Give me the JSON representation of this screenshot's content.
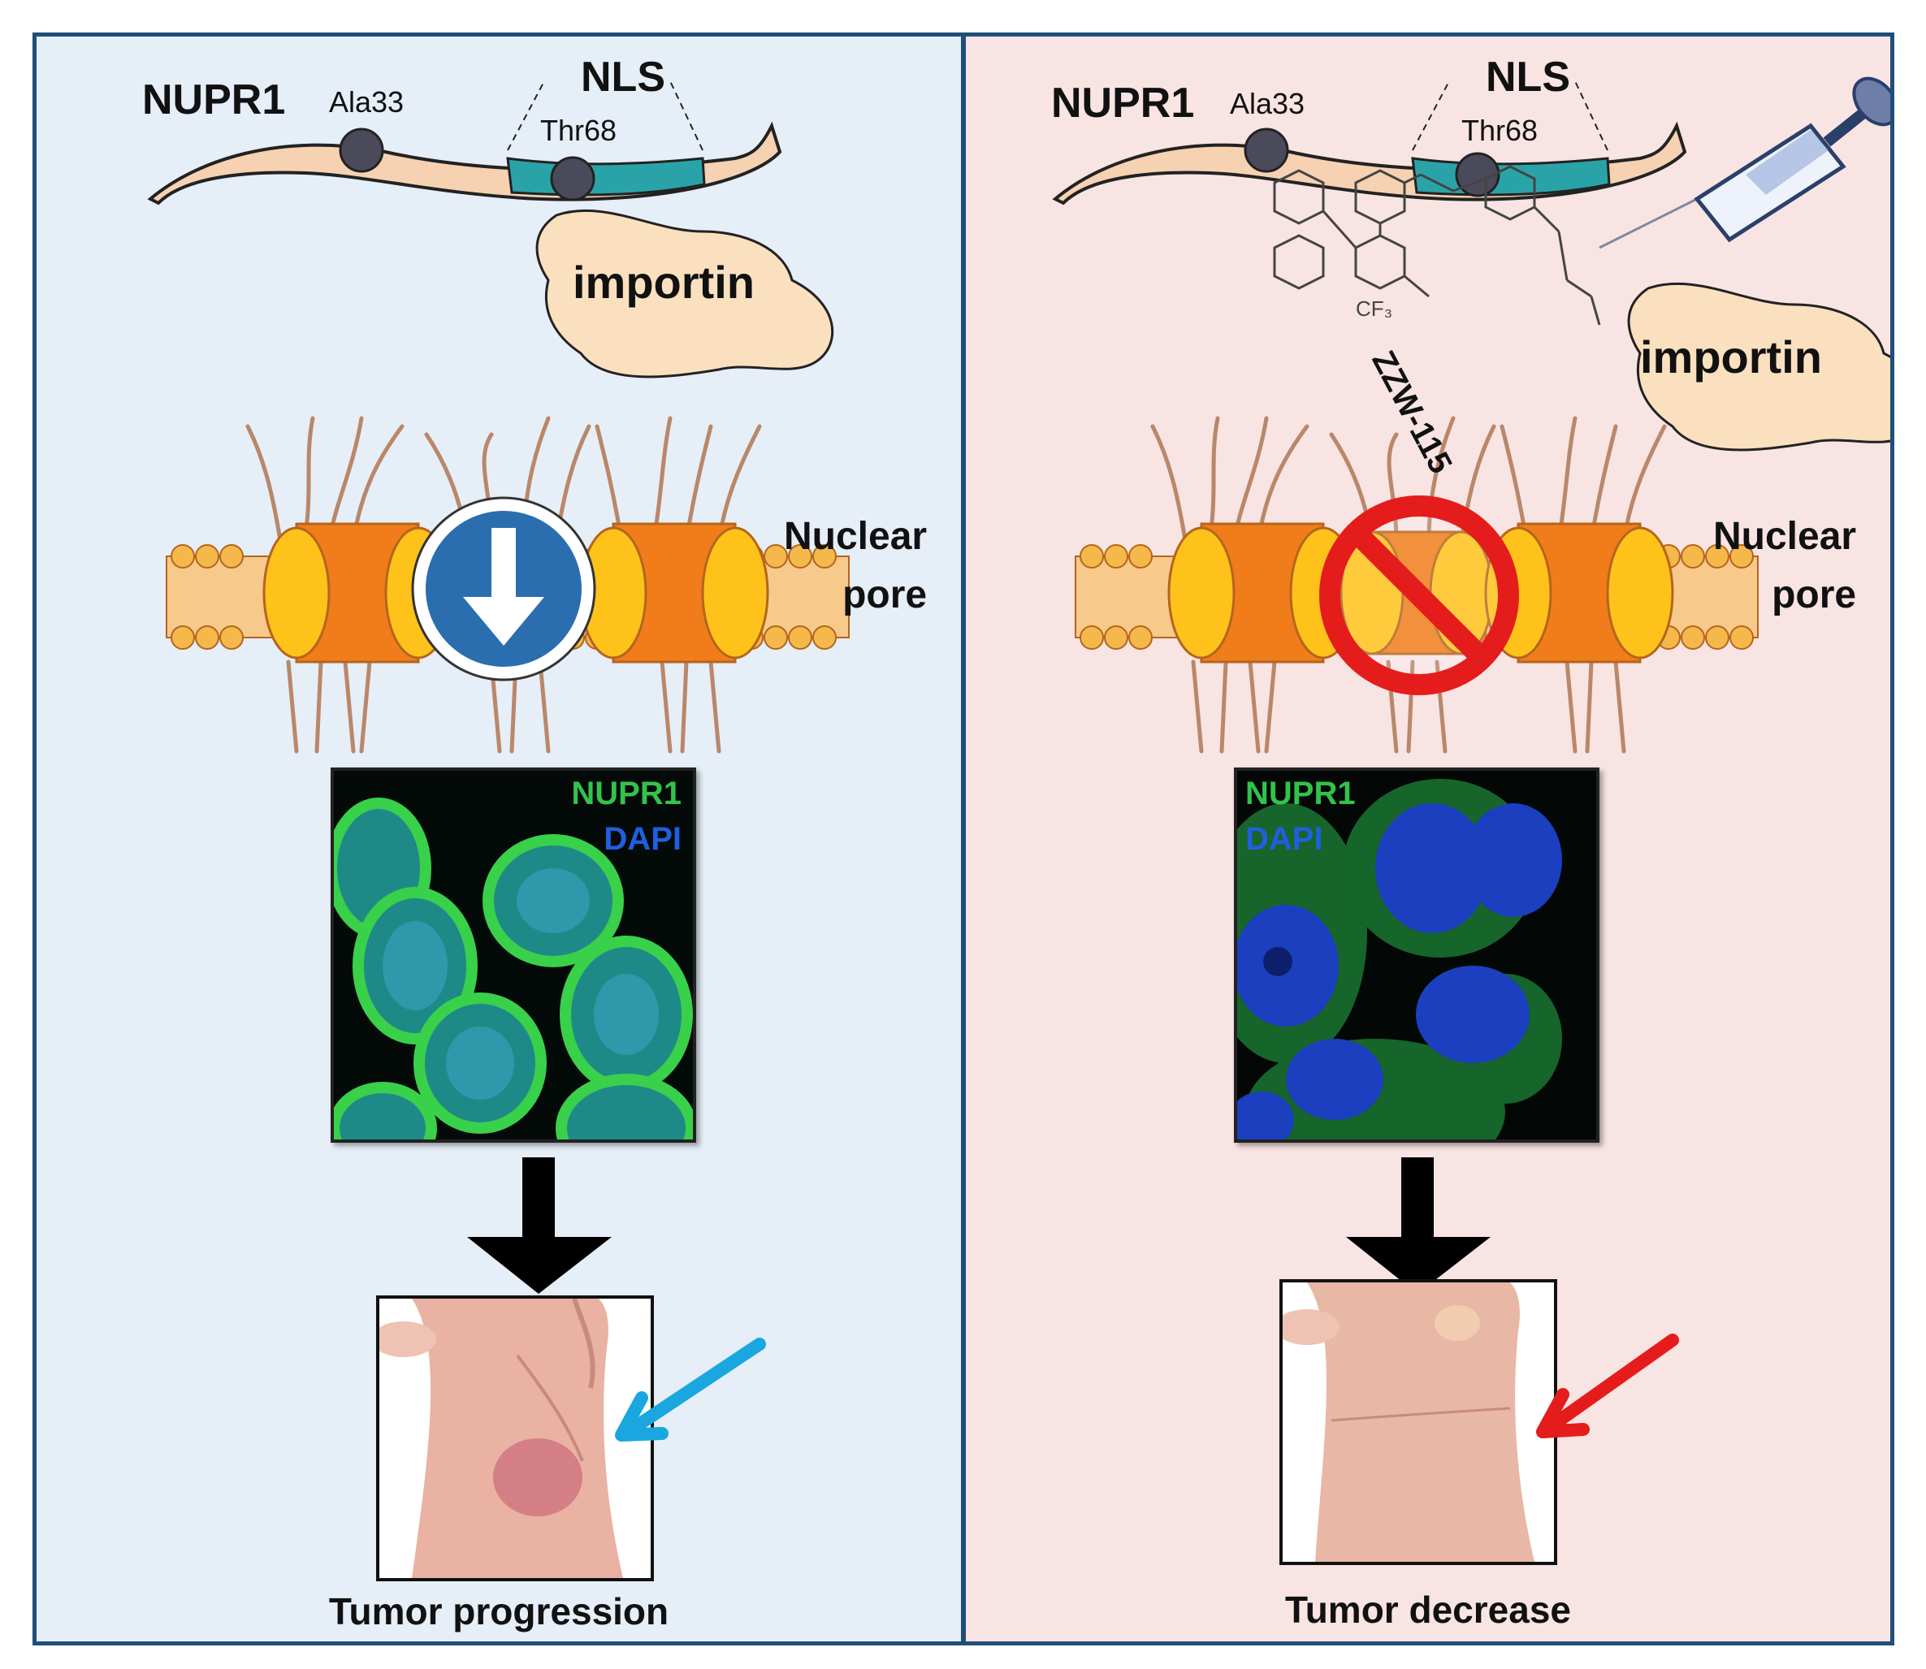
{
  "left": {
    "protein": "NUPR1",
    "site1": "Ala33",
    "site2": "Thr68",
    "nls": "NLS",
    "importin": "importin",
    "pore_line1": "Nuclear",
    "pore_line2": "pore",
    "stain1": "NUPR1",
    "stain2": "DAPI",
    "caption": "Tumor progression"
  },
  "right": {
    "protein": "NUPR1",
    "site1": "Ala33",
    "site2": "Thr68",
    "nls": "NLS",
    "importin": "importin",
    "drug": "ZZW-115",
    "cf3": "CF₃",
    "pore_line1": "Nuclear",
    "pore_line2": "pore",
    "stain1": "NUPR1",
    "stain2": "DAPI",
    "caption": "Tumor decrease"
  },
  "colors": {
    "left_bg": "#e6eef7",
    "right_bg": "#f8e4e3",
    "border": "#1f4e79",
    "nls_segment": "#2aa3a8",
    "protein_body": "#f6d2b2",
    "pore_orange": "#f07d1a",
    "pore_yellow": "#ffc21a",
    "membrane": "#f5b84a",
    "allowed_sign": "#2a6eb0",
    "forbidden_sign": "#e51c1c",
    "stain_nupr1": "#33c24a",
    "stain_dapi": "#1f5fe0",
    "tumor_arrow_left": "#1aa7e0",
    "tumor_arrow_right": "#e51c1c"
  },
  "icons": [
    "phosphosite-dot-icon",
    "importin-blob-icon",
    "down-arrow-sign-icon",
    "no-entry-sign-icon",
    "syringe-icon",
    "flow-arrow-icon",
    "pointer-arrow-icon"
  ]
}
